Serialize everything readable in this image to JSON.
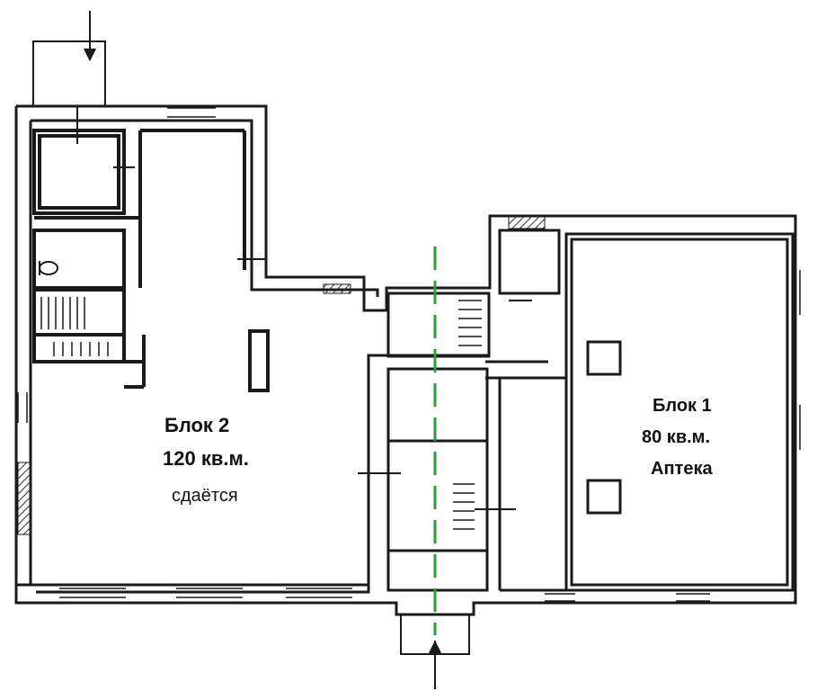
{
  "colors": {
    "wall": "#1a1a1a",
    "divider": "#2e9e3a",
    "hatch": "#333333"
  },
  "blocks": [
    {
      "title": "Блок 2",
      "area": "120 кв.м.",
      "note": "сдаётся"
    },
    {
      "title": "Блок 1",
      "area": "80 кв.м.",
      "note": "Аптека"
    }
  ]
}
